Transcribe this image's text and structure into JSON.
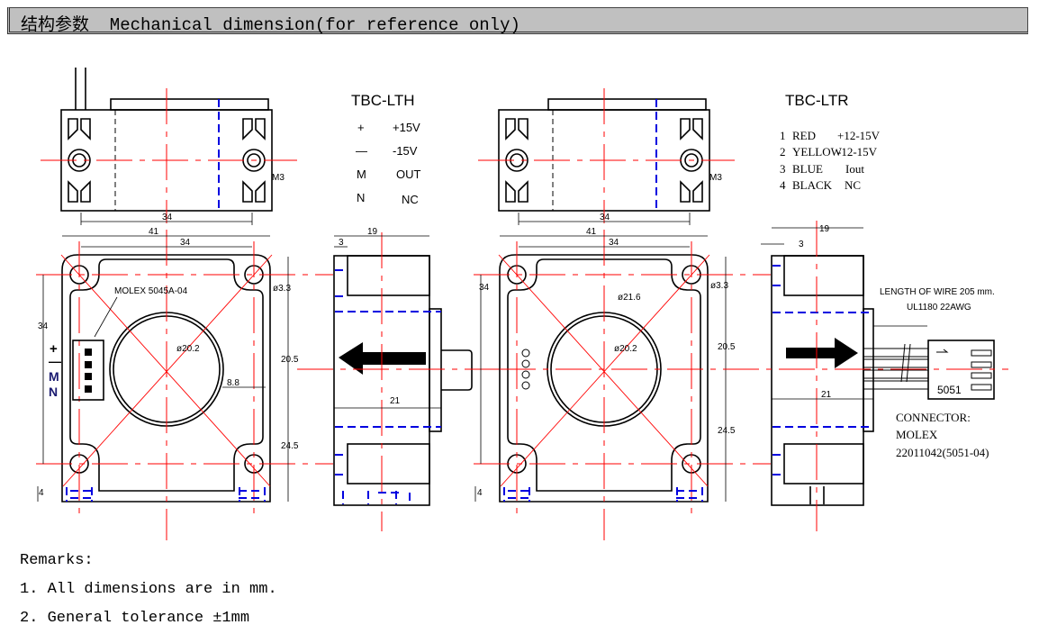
{
  "header": {
    "title": "结构参数  Mechanical dimension(for reference only)"
  },
  "models": {
    "lth": {
      "name": "TBC-LTH",
      "pins": [
        {
          "symbol": "+",
          "label": "+15V"
        },
        {
          "symbol": "—",
          "label": "-15V"
        },
        {
          "symbol": "M",
          "label": "OUT"
        },
        {
          "symbol": "N",
          "label": "NC"
        }
      ],
      "connector_label": "MOLEX 5045A-04",
      "side_symbols": [
        "+",
        "—",
        "M",
        "N"
      ],
      "dims": {
        "top_width": "34",
        "thread": "M3",
        "overall": "41",
        "hole_pitch": "34",
        "hole_dia": "ø3.3",
        "aperture": "ø20.2",
        "height_pitch": "34",
        "upper": "20.5",
        "lower": "24.5",
        "offset": "8.8",
        "foot": "4",
        "depth": "19",
        "wall": "3",
        "tab": "21"
      }
    },
    "ltr": {
      "name": "TBC-LTR",
      "wires": [
        {
          "no": "1",
          "color": "RED",
          "signal": "+12-15V"
        },
        {
          "no": "2",
          "color": "YELLOW",
          "signal": "-12-15V"
        },
        {
          "no": "3",
          "color": "BLUE",
          "signal": "Iout"
        },
        {
          "no": "4",
          "color": "BLACK",
          "signal": "NC"
        }
      ],
      "wire_note": [
        "LENGTH OF WIRE 205 mm.",
        "UL1180 22AWG"
      ],
      "connector_note": [
        "CONNECTOR:",
        "MOLEX",
        "22011042(5051-04)"
      ],
      "connector_part": "5051",
      "dims": {
        "top_width": "34",
        "thread": "M3",
        "overall": "41",
        "hole_pitch": "34",
        "hole_dia": "ø3.3",
        "aperture": "ø20.2",
        "outer_dia": "ø21.6",
        "height_pitch": "34",
        "upper": "20.5",
        "lower": "24.5",
        "foot": "4",
        "depth": "19",
        "wall": "3",
        "tab": "21"
      }
    }
  },
  "remarks": {
    "title": "Remarks:",
    "items": [
      "1. All dimensions are in mm.",
      "2. General tolerance ±1mm"
    ]
  }
}
